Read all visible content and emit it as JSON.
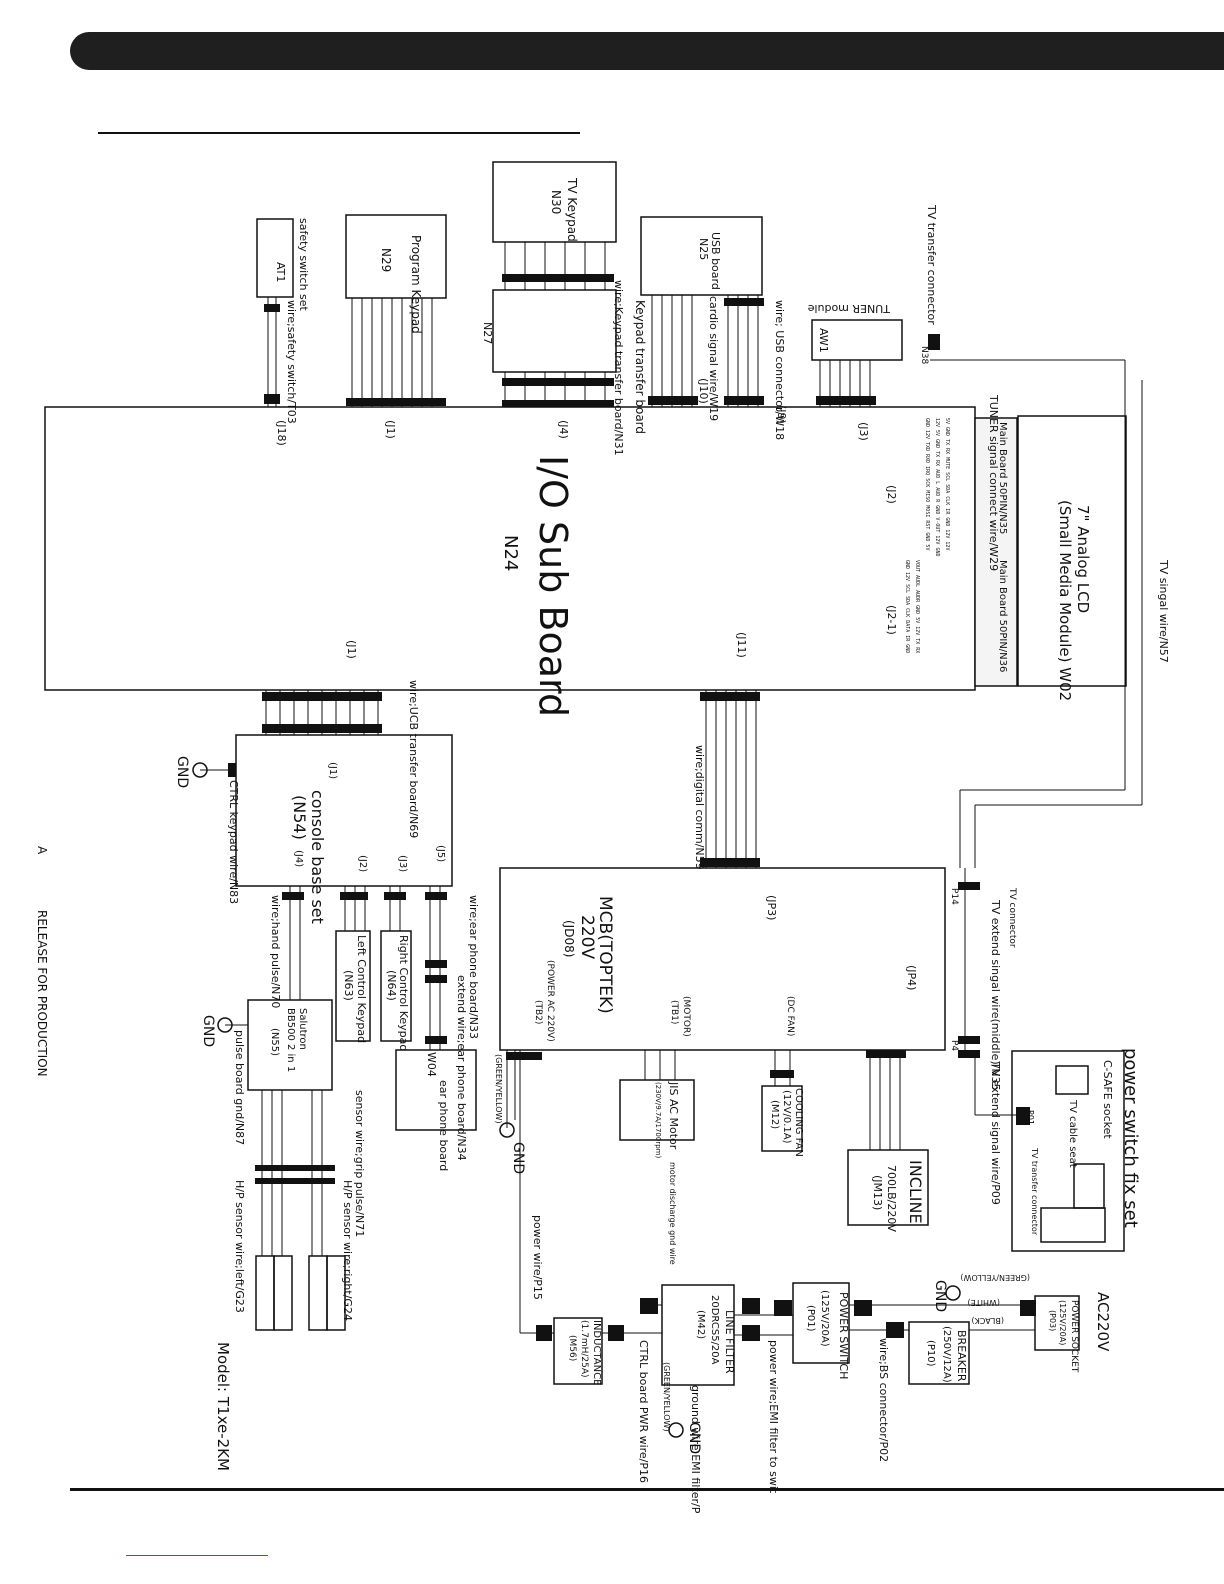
{
  "side_notes": {
    "revision": "A",
    "release": "RELEASE FOR PRODUCTION",
    "model": "Model: T1xe-2KM"
  },
  "boards": {
    "io_sub_board": {
      "name": "I/O Sub Board",
      "code": "N24"
    },
    "lcd": {
      "line1": "7\" Analog LCD",
      "line2": "(Small Media Module) W02",
      "main_board_a": "Main Board 50PIN/N35",
      "main_board_b": "Main Board 50PIN/N36"
    },
    "tv_keypad": {
      "name": "TV Keypad",
      "code": "N30"
    },
    "program_keypad": {
      "name": "Program Keypad",
      "code": "N29"
    },
    "safety_switch": {
      "name": "AT1",
      "label": "safety switch set"
    },
    "usb_board": {
      "name": "USB board",
      "code": "N25"
    },
    "keypad_transfer": {
      "name": "Keypad transfer board",
      "code": "N27"
    },
    "tuner": {
      "name": "AW1",
      "label": "TUNER module"
    },
    "console_base": {
      "name": "console base set",
      "code": "(N54)"
    },
    "mcb": {
      "name": "MCB(TOPTEK)",
      "voltage": "220V",
      "code": "(JD08)"
    },
    "left_keypad": {
      "name": "Left Control Keypad",
      "code": "(N63)"
    },
    "right_keypad": {
      "name": "Right Control Keypad",
      "code": "(N64)"
    },
    "ear_phone": {
      "name": "ear phone board",
      "code": "W04"
    },
    "pulse_board": {
      "name": "Salutron",
      "detail": "BB500 2 in 1",
      "code": "(N55)"
    },
    "ac_motor": {
      "name": "JIS AC Motor",
      "detail": "(230V/9.7A/1700rpm)"
    },
    "cooling_fan": {
      "name": "COOLING FAN",
      "detail": "(12V/0.1A)",
      "code": "(M12)"
    },
    "incline": {
      "name": "INCLINE",
      "detail": "700LB/220V",
      "code": "(JM13)"
    },
    "power_switch_fix": {
      "name": "power switch fix set",
      "csafe": "C-SAFE socket",
      "tv_cable": "TV cable seat",
      "tv_transfer": "TV transfer connector"
    },
    "line_filter": {
      "name": "LINE FILTER",
      "detail": "20DRCS5/20A",
      "code": "(M42)"
    },
    "power_switch": {
      "name": "POWER SWITCH",
      "detail": "(125V/20A)",
      "code": "(P01)"
    },
    "breaker": {
      "name": "BREAKER",
      "detail": "(250V/12A)",
      "code": "(P10)"
    },
    "power_socket": {
      "name": "POWER SOCKET",
      "detail": "(125V/20A)",
      "code": "(P03)"
    },
    "inductance": {
      "name": "INDUCTANCE",
      "detail": "(1.7mH/25A)",
      "code": "(M56)"
    },
    "ac_label": "AC220V"
  },
  "wires": {
    "safety": "wire;safety switch/T03",
    "keypad_transfer": "wire;Keypad transfer board/N31",
    "usb_connector": "wire; USB connector/W18",
    "cardio": "cardio signal wire/W19",
    "tuner_signal": "TUNER signal connect wire/W29",
    "tv_transfer_connector": "TV transfer connector",
    "tv_signal": "TV singal wire/N57",
    "ucb_transfer": "wire;UCB transfer board/N69",
    "ctrl_keypad": "CTRL keypad wire/N83",
    "digital_comm": "wire;digital comm/N59",
    "ear_phone": "wire;ear phone board/N33",
    "ear_extend": "extend wire;ear phone board/N34",
    "hand_pulse": "wire;hand pulse/N70",
    "pulse_gnd": "pulse board gnd/N87",
    "grip_pulse": "sensor wire;grip pulse/N71",
    "hp_right": "H/P sensor wire;right/G24",
    "hp_left": "H/P sensor wire;left/G23",
    "tv_extend_middle": "TV extend singal wire(middle)/N35",
    "tv_connector": "TV connector",
    "tv_extend_p09": "TV extend signal wire/P09",
    "power_p15": "power wire/P15",
    "ctrl_pwr": "CTRL board PWR wire/P16",
    "ground_emi": "ground wire;EMI filter/P",
    "power_emi": "power wire;EMI filter to swit",
    "bs_connector": "wire;BS connector/P02",
    "motor_gnd": "motor discharge gnd wire"
  },
  "connectors": {
    "j18": "(J18)",
    "j1": "(J1)",
    "j4": "(J4)",
    "j10": "(J10)",
    "j9": "(J9)",
    "j3": "(J3)",
    "j2": "(J2)",
    "j2_1": "(J2-1)",
    "j11": "(J11)",
    "jp3": "(JP3)",
    "jp4": "(JP4)",
    "tb1": "(TB1)",
    "tb2": "(TB2)",
    "power_ac": "(POWER AC 220V)",
    "dc_fan": "(DC FAN)",
    "motor": "(MOTOR)",
    "j5": "(J5)",
    "con_j2": "(J2)",
    "con_j3": "(J3)",
    "con_j4": "(J4)",
    "con_j1": "(J1)",
    "p14": "P14",
    "p4": "P4",
    "n38": "N38",
    "p01b": "P01"
  },
  "ground": {
    "label": "GND",
    "green_yellow": "(GREEN/YELLOW)",
    "white": "(WHITE)",
    "black": "(BLACK)"
  }
}
